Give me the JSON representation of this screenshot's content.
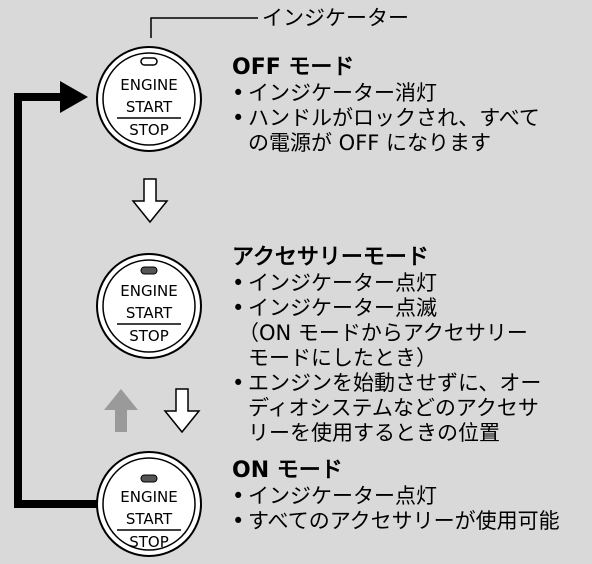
{
  "indicator_label": "インジケーター",
  "button": {
    "engine": "ENGINE",
    "start": "START",
    "stop": "STOP"
  },
  "modes": [
    {
      "title": "OFF モード",
      "bullets": [
        {
          "lines": [
            "インジケーター消灯"
          ]
        },
        {
          "lines": [
            "ハンドルがロックされ、すべて",
            "の電源が OFF になります"
          ]
        }
      ]
    },
    {
      "title": "アクセサリーモード",
      "bullets": [
        {
          "lines": [
            "インジケーター点灯"
          ]
        },
        {
          "lines": [
            "インジケーター点滅",
            "（ON モードからアクセサリー",
            "モードにしたとき）"
          ]
        },
        {
          "lines": [
            "エンジンを始動させずに、オー",
            "ディオシステムなどのアクセサ",
            "リーを使用するときの位置"
          ]
        }
      ]
    },
    {
      "title": "ON モード",
      "bullets": [
        {
          "lines": [
            "インジケーター点灯"
          ]
        },
        {
          "lines": [
            "すべてのアクセサリーが使用可能"
          ]
        }
      ]
    }
  ],
  "bullet_char": "•",
  "colors": {
    "background": "#d9d9d9",
    "cycle_line": "#000000",
    "up_arrow": "#9a9a9a",
    "down_arrow": "#ffffff"
  }
}
